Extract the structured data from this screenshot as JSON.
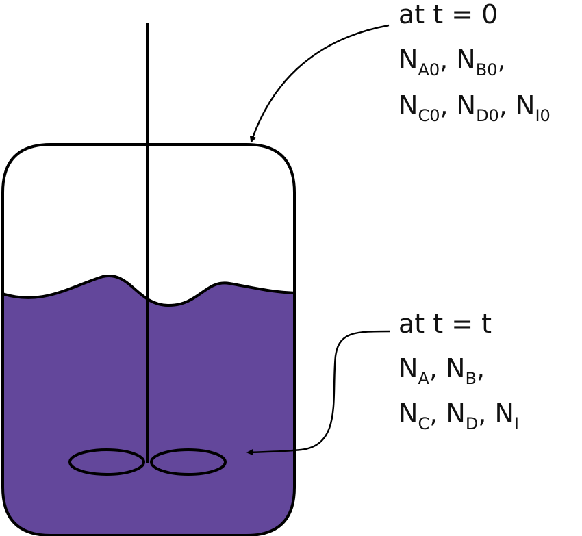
{
  "colors": {
    "liquid": "#63479b",
    "outline": "#000000",
    "text": "#111111"
  },
  "initial_state": {
    "heading": "at t = 0",
    "line1": [
      {
        "main": "N",
        "sub": "A0",
        "sep": ", "
      },
      {
        "main": "N",
        "sub": "B0",
        "sep": ","
      }
    ],
    "line2": [
      {
        "main": "N",
        "sub": "C0",
        "sep": ", "
      },
      {
        "main": "N",
        "sub": "D0",
        "sep": ", "
      },
      {
        "main": "N",
        "sub": "I0",
        "sep": ""
      }
    ]
  },
  "current_state": {
    "heading": "at t = t",
    "line1": [
      {
        "main": "N",
        "sub": "A",
        "sep": ", "
      },
      {
        "main": "N",
        "sub": "B",
        "sep": ","
      }
    ],
    "line2": [
      {
        "main": "N",
        "sub": "C",
        "sep": ", "
      },
      {
        "main": "N",
        "sub": "D",
        "sep": ", "
      },
      {
        "main": "N",
        "sub": "I",
        "sep": ""
      }
    ]
  }
}
